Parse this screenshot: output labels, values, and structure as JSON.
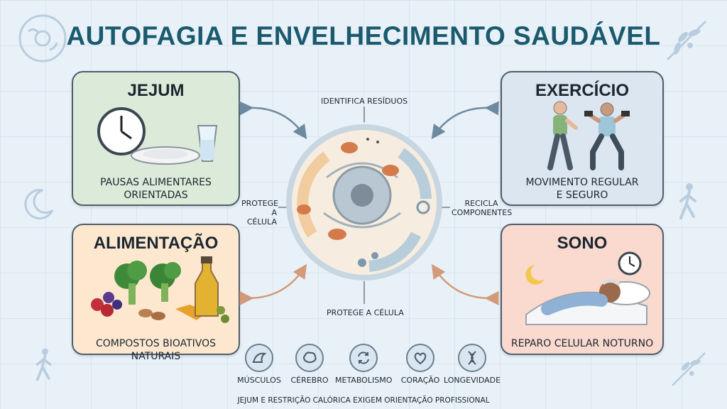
{
  "title": "AUTOFAGIA E ENVELHECIMENTO SAUDÁVEL",
  "cards": {
    "jejum": {
      "title": "JEJUM",
      "caption_1": "PAUSAS ALIMENTARES",
      "caption_2": "ORIENTADAS"
    },
    "exercicio": {
      "title": "EXERCÍCIO",
      "caption_1": "MOVIMENTO REGULAR",
      "caption_2": "E SEGURO"
    },
    "alimentacao": {
      "title": "ALIMENTAÇÃO",
      "caption_1": "COMPOSTOS BIOATIVOS NATURAIS"
    },
    "sono": {
      "title": "SONO",
      "caption_1": "REPARO CELULAR NOTURNO"
    }
  },
  "cell": {
    "label_top": "IDENTIFICA RESÍDUOS",
    "label_left_1": "PROTEGE",
    "label_left_2": "A CÉLULA",
    "label_right_1": "RECICLA",
    "label_right_2": "COMPONENTES",
    "label_bottom": "PROTEGE A CÉLULA"
  },
  "benefits": [
    {
      "label": "MÚSCULOS",
      "icon": "muscle-icon"
    },
    {
      "label": "CÉREBRO",
      "icon": "brain-icon"
    },
    {
      "label": "METABOLISMO",
      "icon": "cycle-icon"
    },
    {
      "label": "CORAÇÃO",
      "icon": "heart-icon"
    },
    {
      "label": "LONGEVIDADE",
      "icon": "dna-icon"
    }
  ],
  "footer": "JEJUM E RESTRIÇÃO CALÓRICA EXIGEM ORIENTAÇÃO PROFISSIONAL",
  "colors": {
    "title": "#1b5a6e",
    "jejum_bg": "#dcebd9",
    "exercicio_bg": "#dbe6f1",
    "alimentacao_bg": "#fde8cf",
    "sono_bg": "#fad9cf",
    "background": "#e8f1f8"
  }
}
